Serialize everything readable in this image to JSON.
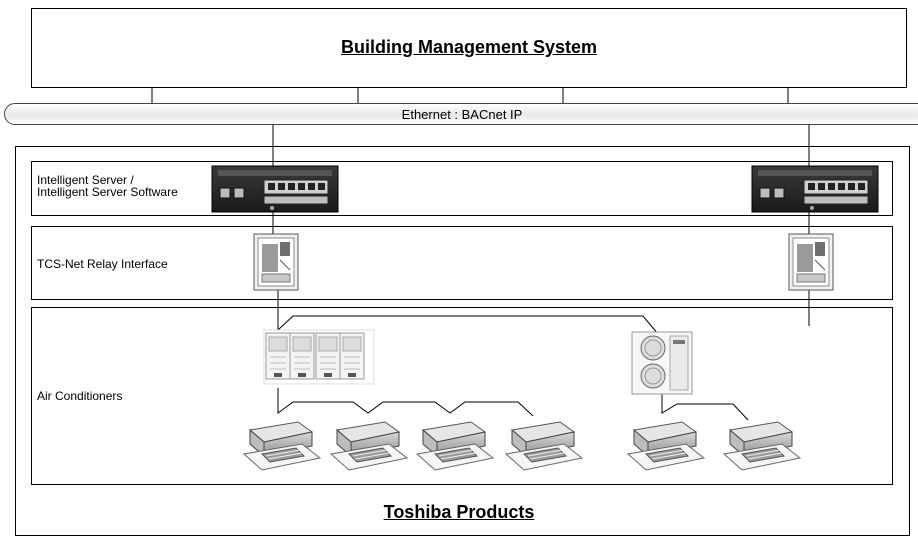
{
  "header": {
    "title": "Building Management System"
  },
  "network": {
    "label": "Ethernet : BACnet IP"
  },
  "tiers": {
    "server": {
      "label_line1": "Intelligent Server /",
      "label_line2": "Intelligent Server  Software"
    },
    "relay": {
      "label": "TCS-Net Relay Interface"
    },
    "ac": {
      "label": "Air Conditioners"
    }
  },
  "footer": {
    "title": "Toshiba Products"
  }
}
